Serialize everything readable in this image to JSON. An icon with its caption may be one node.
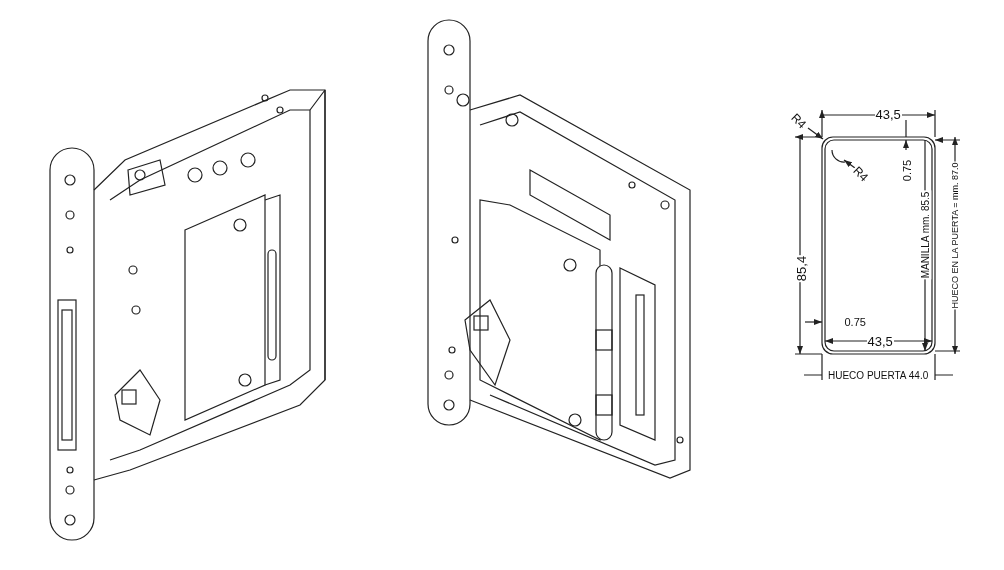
{
  "diagram": {
    "labels": [
      "43,5",
      "R4",
      "R4",
      "0.75",
      "85,4",
      "MANILLA mm. 85.5",
      "HUECO EN LA PUERTA = mm. 87.0",
      "0.75",
      "43,5",
      "HUECO PUERTA 44.0"
    ]
  }
}
